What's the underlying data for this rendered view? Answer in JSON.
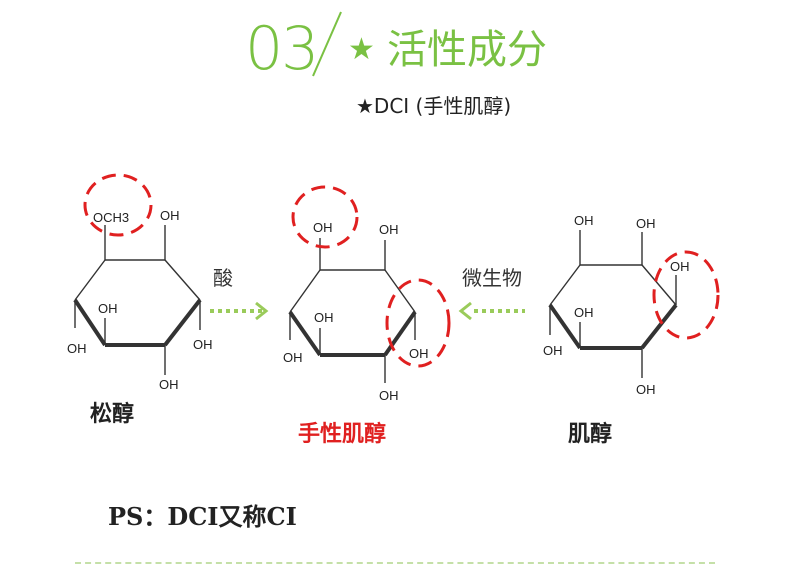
{
  "header": {
    "number": "03",
    "star": "★",
    "title": "活性成分",
    "subtitle": "★DCI (手性肌醇)"
  },
  "molecules": [
    {
      "name": "松醇",
      "name_color": "#222222",
      "substituents": [
        "OCH3",
        "OH",
        "OH",
        "OH",
        "OH",
        "OH"
      ]
    },
    {
      "name": "手性肌醇",
      "name_color": "#e02020",
      "substituents": [
        "OH",
        "OH",
        "OH",
        "OH",
        "OH",
        "OH"
      ]
    },
    {
      "name": "肌醇",
      "name_color": "#222222",
      "substituents": [
        "OH",
        "OH",
        "OH",
        "OH",
        "OH",
        "OH"
      ]
    }
  ],
  "arrows": {
    "left_label": "酸",
    "right_label": "微生物"
  },
  "note": "PS：DCI又称CI",
  "colors": {
    "accent_green": "#7ac143",
    "arrow_green": "#9acb5a",
    "circle_red": "#e02020"
  }
}
